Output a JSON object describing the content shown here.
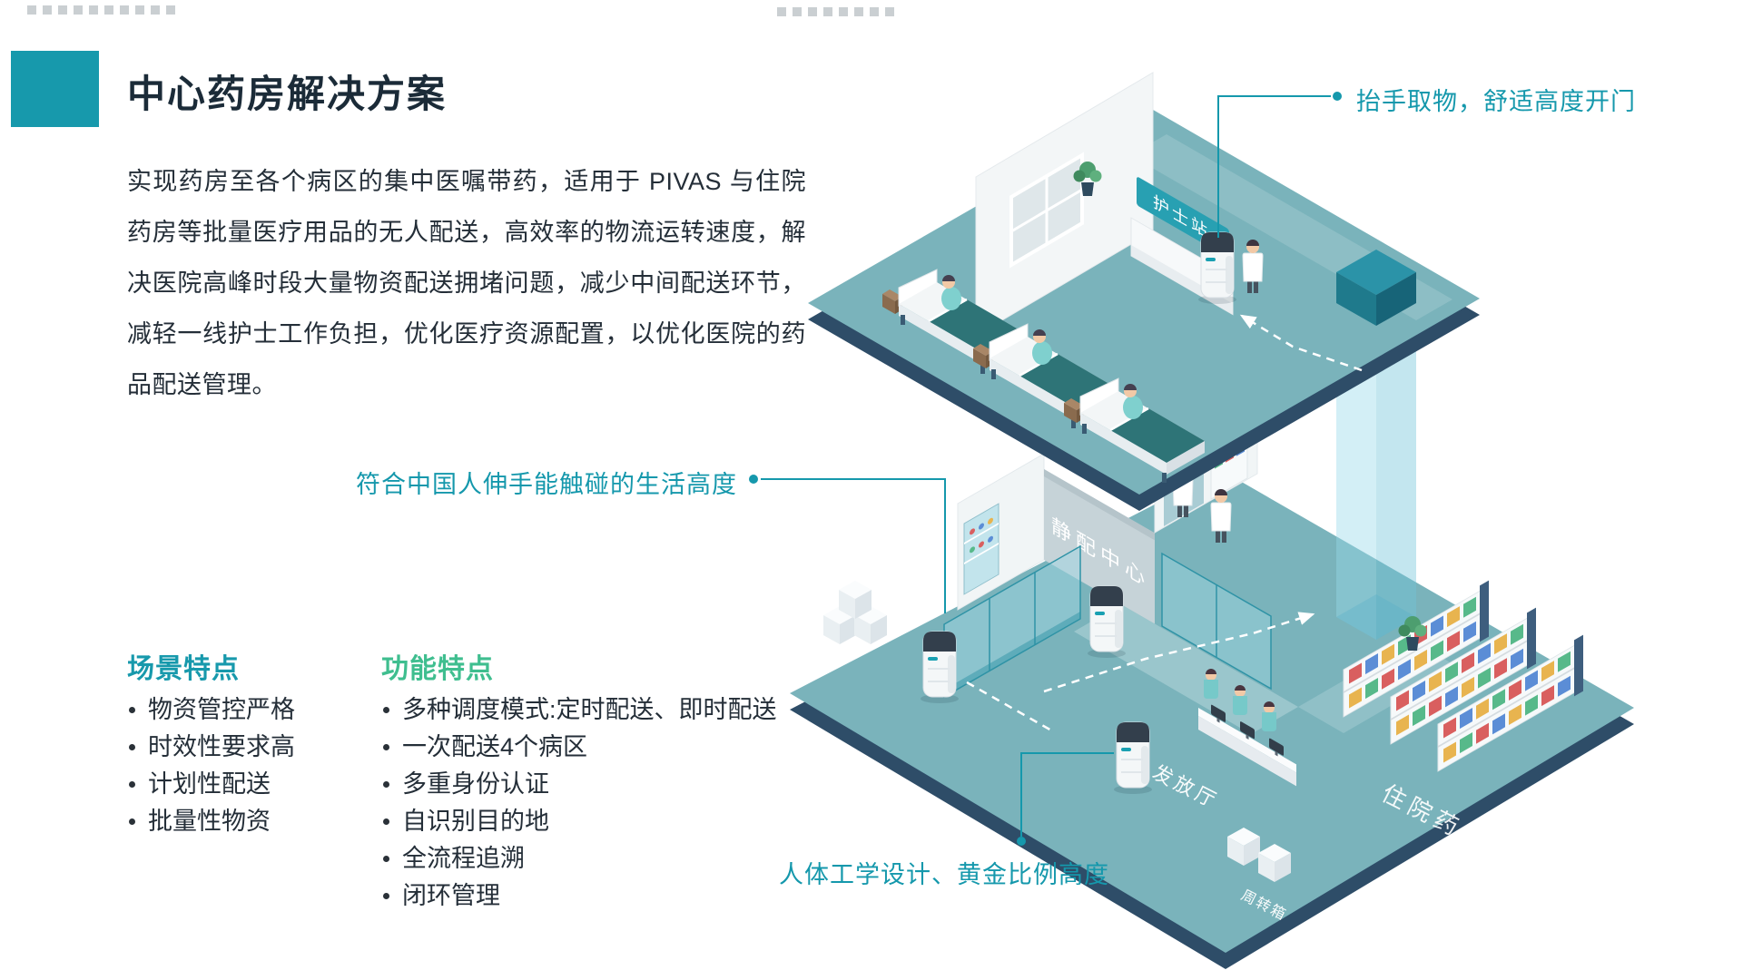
{
  "slide": {
    "title": "中心药房解决方案",
    "intro": "实现药房至各个病区的集中医嘱带药，适用于 PIVAS 与住院药房等批量医疗用品的无人配送，高效率的物流运转速度，解决医院高峰时段大量物资配送拥堵问题，减少中间配送环节，减轻一线护士工作负担，优化医疗资源配置，以优化医院的药品配送管理。"
  },
  "scene_features": {
    "heading": "场景特点",
    "items": [
      "物资管控严格",
      "时效性要求高",
      "计划性配送",
      "批量性物资"
    ]
  },
  "function_features": {
    "heading": "功能特点",
    "items": [
      "多种调度模式:定时配送、即时配送",
      "一次配送4个病区",
      "多重身份认证",
      "自识别目的地",
      "全流程追溯",
      "闭环管理"
    ]
  },
  "callouts": {
    "reach": "抬手取物，舒适高度开门",
    "height": "符合中国人伸手能触碰的生活高度",
    "ergonomic": "人体工学设计、黄金比例高度"
  },
  "illustration": {
    "nurse_station": "护士站",
    "pivas_center": "静配中心",
    "dispense_hall": "发放厅",
    "inpatient_pharmacy": "住院药房",
    "turnover_box": "周转箱"
  },
  "colors": {
    "accent_teal": "#1799AC",
    "feature_green": "#3FBE8F",
    "floor_teal": "#7AB3BB",
    "edge_navy": "#2E4D68",
    "callout_teal": "#1598AC"
  }
}
